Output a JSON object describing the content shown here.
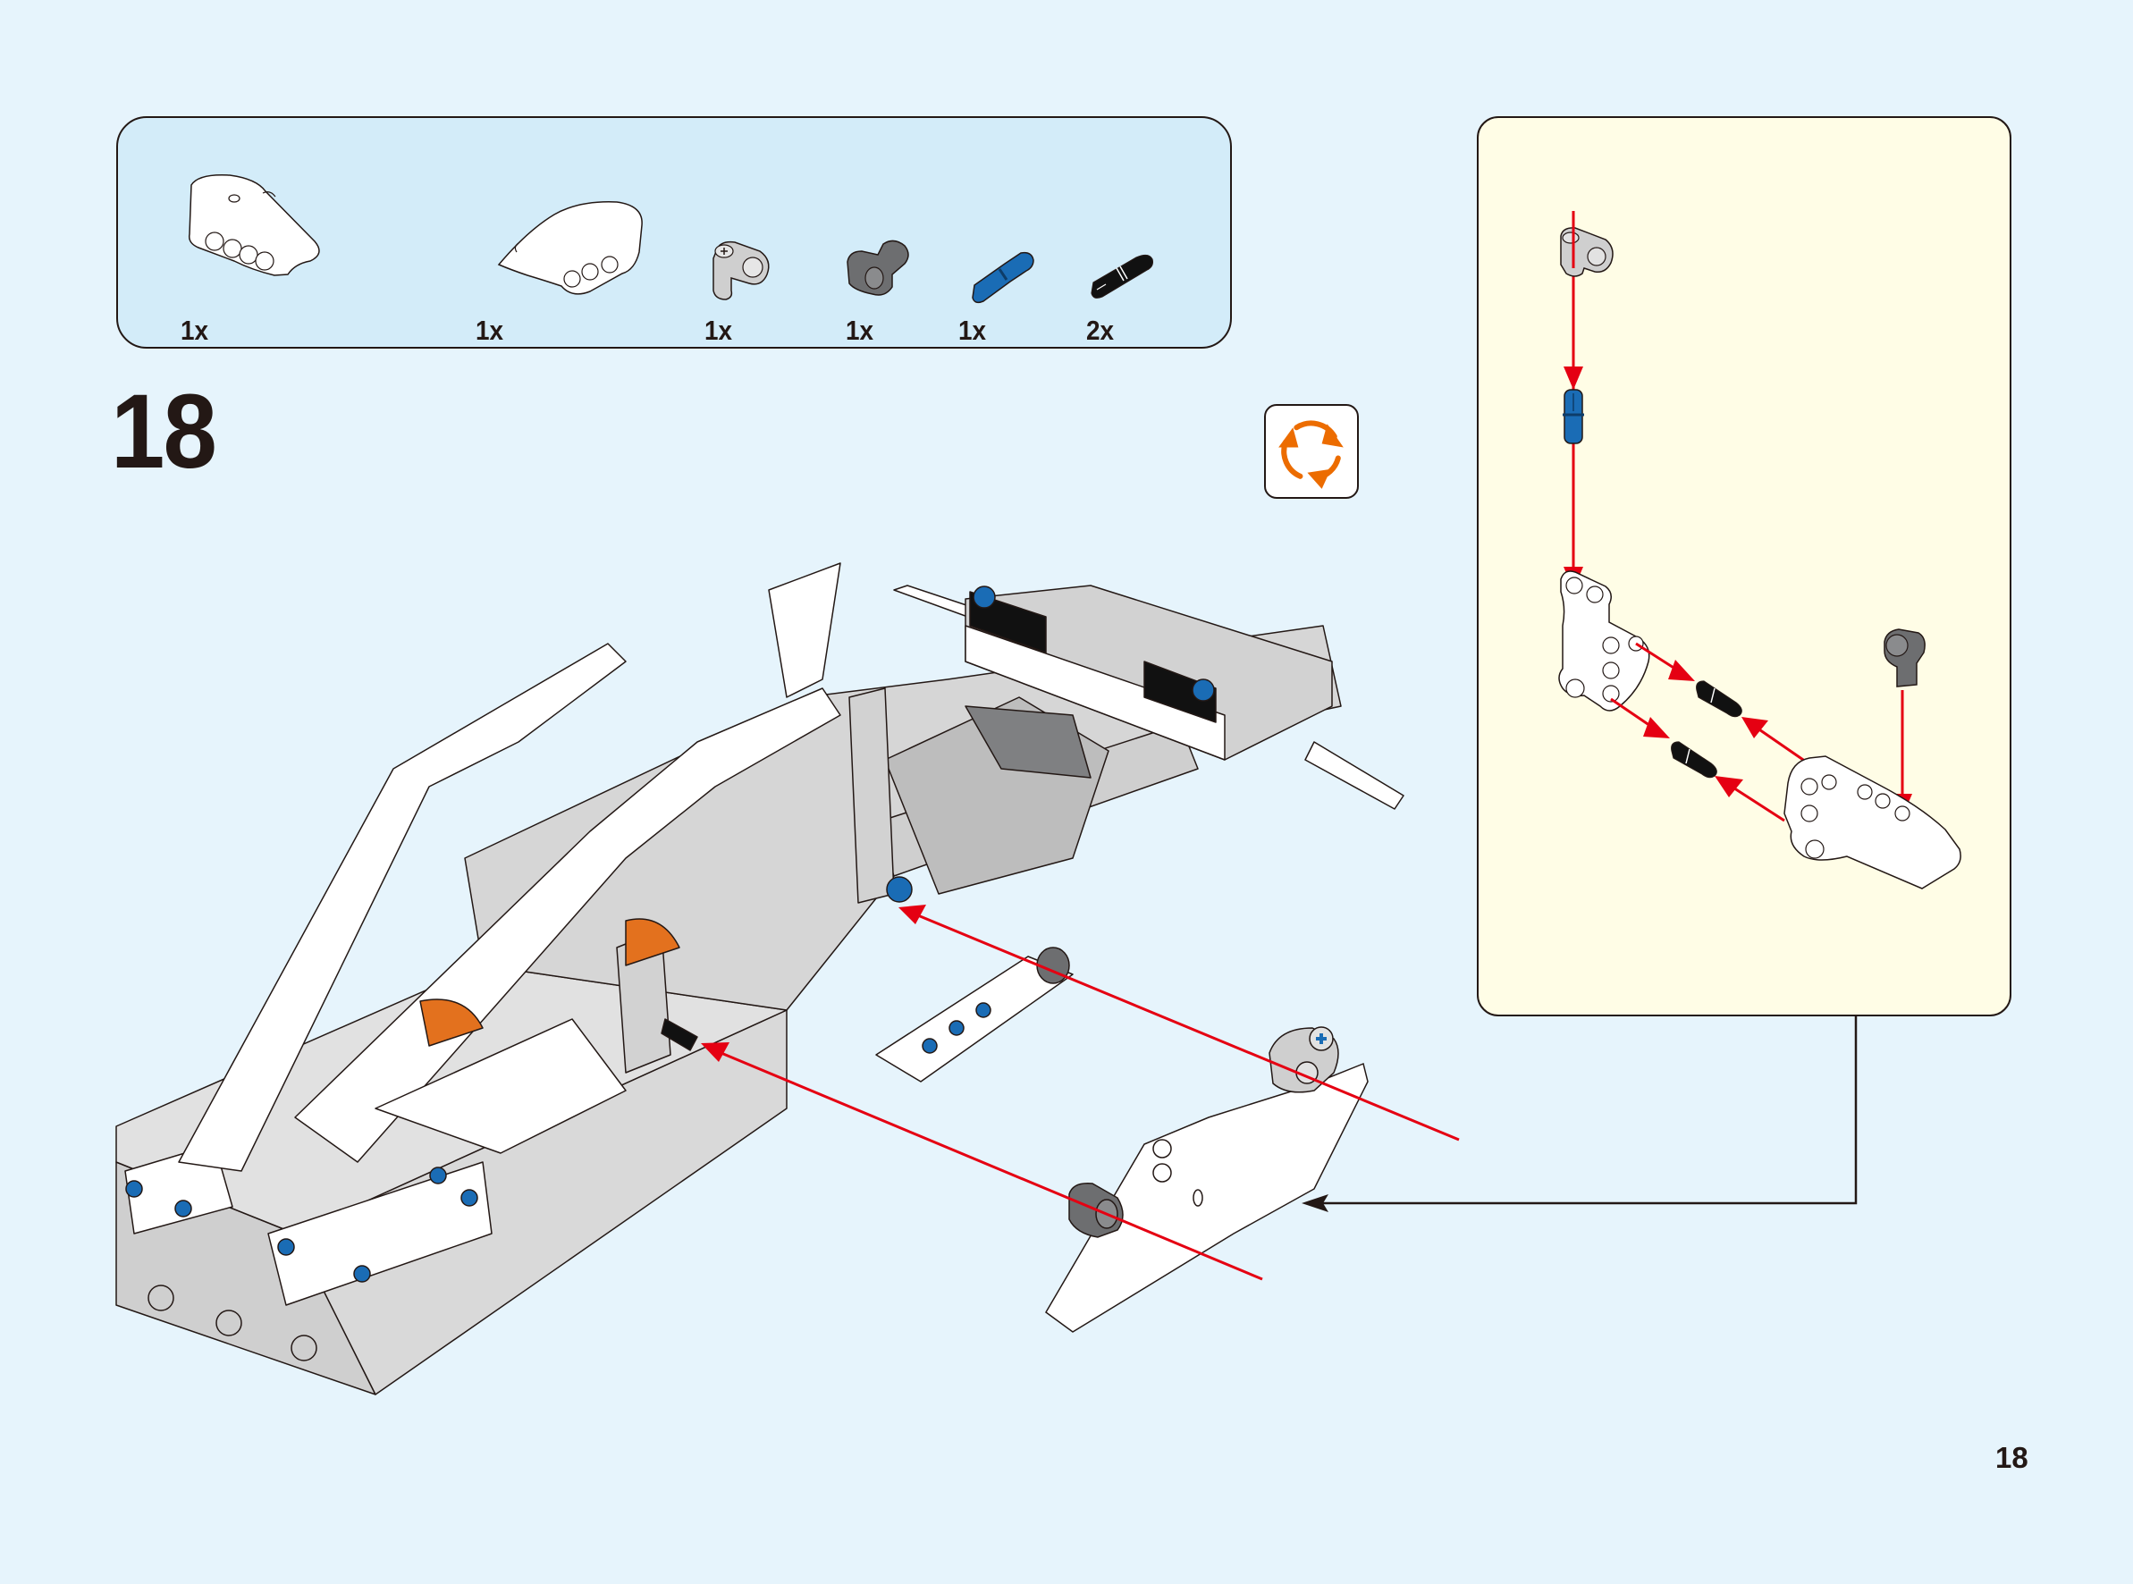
{
  "page": {
    "step_number": "18",
    "page_number": "18",
    "colors": {
      "background": "#e6f4fc",
      "parts_panel": "#d3ecf9",
      "callout_panel": "#fffde6",
      "outline": "#231815",
      "arrow_red": "#e50012",
      "rotate_orange": "#ec6c00",
      "part_white": "#ffffff",
      "part_light_grey": "#cfcfcf",
      "part_dark_grey": "#6d6e70",
      "part_blue": "#1a6cb5",
      "part_black": "#111111",
      "part_orange": "#e3711e"
    }
  },
  "parts_list": {
    "items": [
      {
        "name": "curved-panel-large",
        "color": "white",
        "quantity": "1x"
      },
      {
        "name": "curved-panel-small",
        "color": "white",
        "quantity": "1x"
      },
      {
        "name": "axle-pin-connector-perpendicular",
        "color": "light grey",
        "quantity": "1x"
      },
      {
        "name": "pin-connector-perpendicular",
        "color": "dark grey",
        "quantity": "1x"
      },
      {
        "name": "axle-pin",
        "color": "blue",
        "quantity": "1x"
      },
      {
        "name": "friction-pin",
        "color": "black",
        "quantity": "2x"
      }
    ]
  },
  "rotate_icon": {
    "name": "rotate-model-icon"
  },
  "callout": {
    "sub_steps": [
      "light grey axle-pin connector slides onto blue axle pin",
      "blue axle pin inserts into bent white beam",
      "two black friction pins join bent beam to white panel",
      "dark grey connector inserts into white panel"
    ]
  }
}
